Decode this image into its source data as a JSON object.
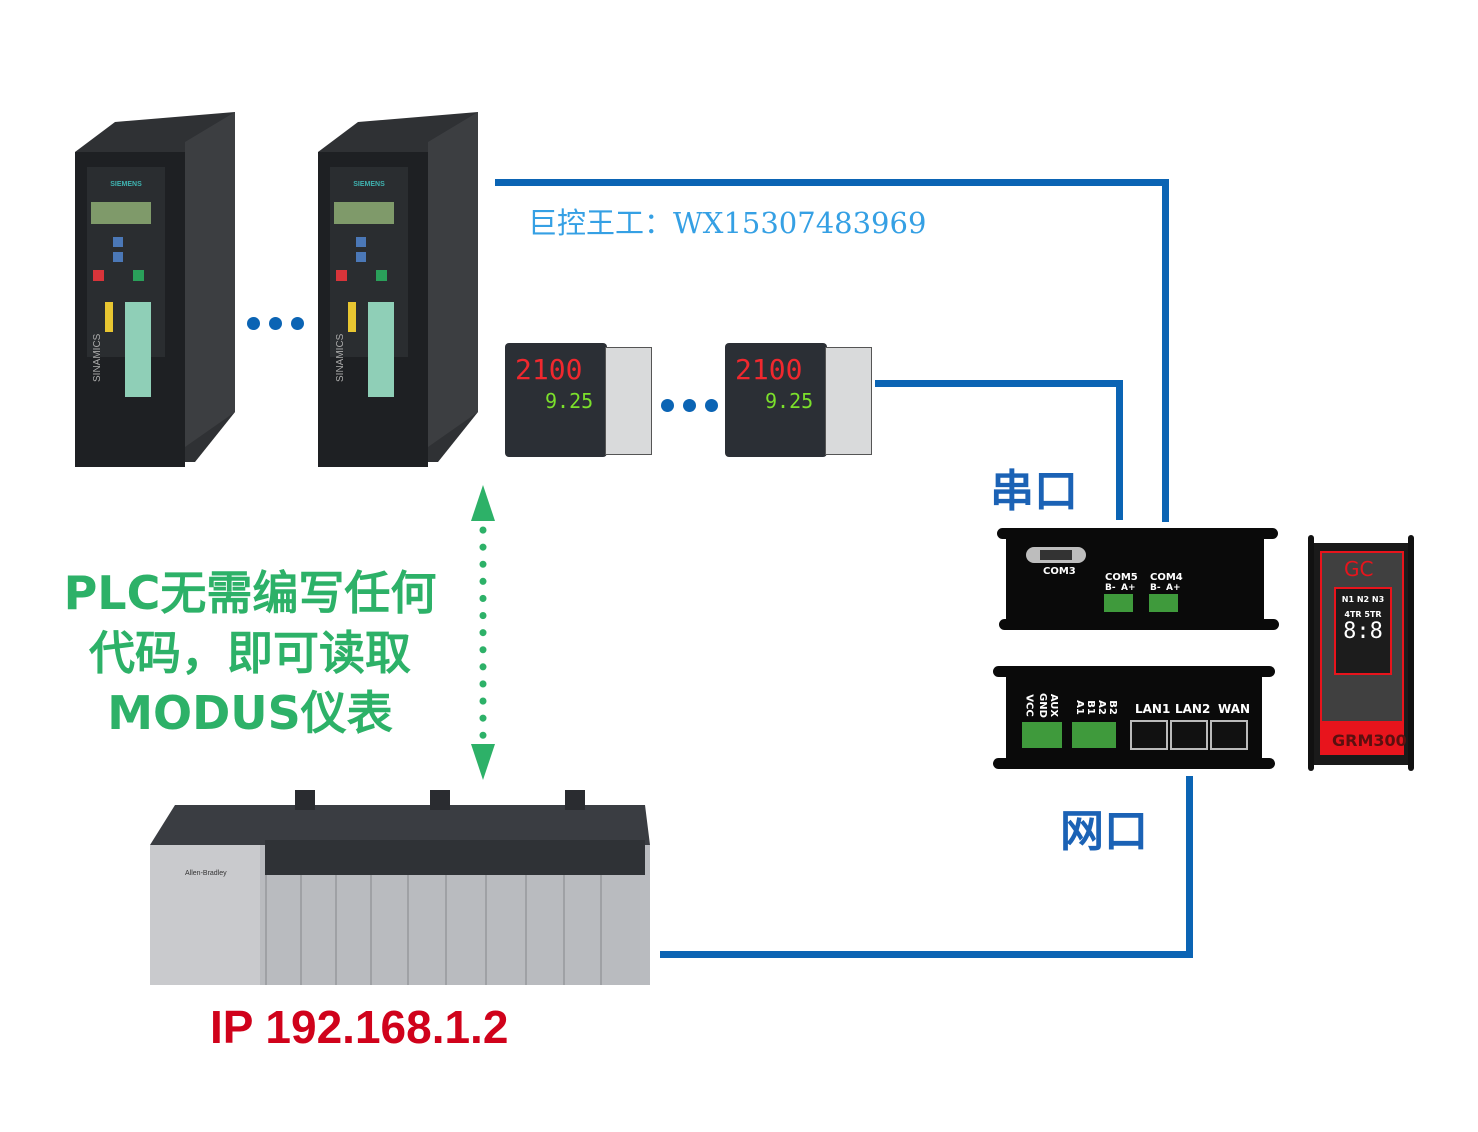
{
  "watermark": "巨控王工：WX15307483969",
  "labels": {
    "serial": "串口",
    "network": "网口",
    "ip": "IP 192.168.1.2",
    "note_lines": [
      "PLC无需编写任何",
      "代码，即可读取",
      "MODUS仪表"
    ]
  },
  "inverter": {
    "brand": "SIEMENS",
    "model": "SINAMICS"
  },
  "meter": {
    "pv": "2100",
    "sv": "9.25"
  },
  "plc": {
    "brand": "Allen-Bradley"
  },
  "gateway": {
    "top_ports": [
      "COM3",
      "COM5",
      "COM4"
    ],
    "rs485_pins": [
      "B-",
      "A+"
    ],
    "power_pins": [
      "VCC",
      "GND",
      "AUX"
    ],
    "bus_pins": [
      "A1",
      "B1",
      "A2",
      "B2"
    ],
    "eth_ports": [
      "LAN1",
      "LAN2",
      "WAN"
    ]
  },
  "module": {
    "logo": "GC",
    "indicators_row1": [
      "N1",
      "N2",
      "N3"
    ],
    "indicators_row2": [
      "4TR",
      "5TR"
    ],
    "display": "8:8",
    "model": "GRM300"
  },
  "colors": {
    "wire": "#0b64b4",
    "note": "#2db168",
    "ip": "#d0021b",
    "label": "#1b62b5"
  }
}
